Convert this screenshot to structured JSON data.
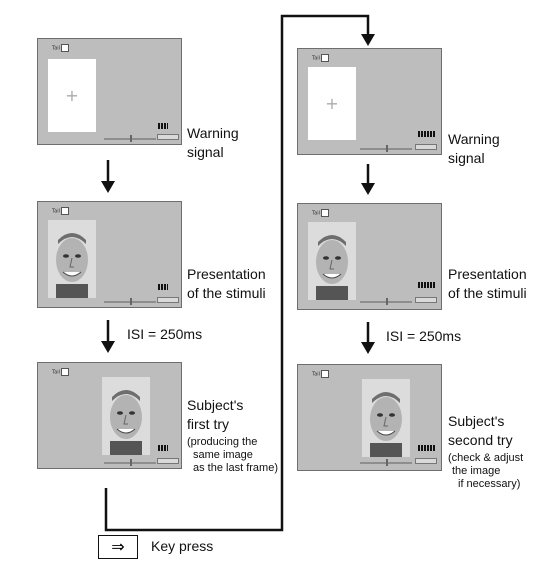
{
  "left_column": {
    "step1": {
      "label_line1": "Warning",
      "label_line2": "signal"
    },
    "step2": {
      "label_line1": "Presentation",
      "label_line2": "of the stimuli"
    },
    "isi": "ISI = 250ms",
    "step3": {
      "label_line1": "Subject's",
      "label_line2": "first try",
      "note_line1": "(producing the",
      "note_line2": "same image",
      "note_line3": "as the last frame)"
    }
  },
  "right_column": {
    "step1": {
      "label_line1": "Warning",
      "label_line2": "signal"
    },
    "step2": {
      "label_line1": "Presentation",
      "label_line2": "of the stimuli"
    },
    "isi": "ISI = 250ms",
    "step3": {
      "label_line1": "Subject's",
      "label_line2": "second try",
      "note_line1": "(check & adjust",
      "note_line2": "the image",
      "note_line3": "if necessary)"
    }
  },
  "screen_checkbox_label": "Tail",
  "fixation_cross": "+",
  "legend": {
    "symbol": "⇒",
    "label": "Key press"
  },
  "colors": {
    "screen": "#bdbdbd",
    "line": "#111111"
  }
}
